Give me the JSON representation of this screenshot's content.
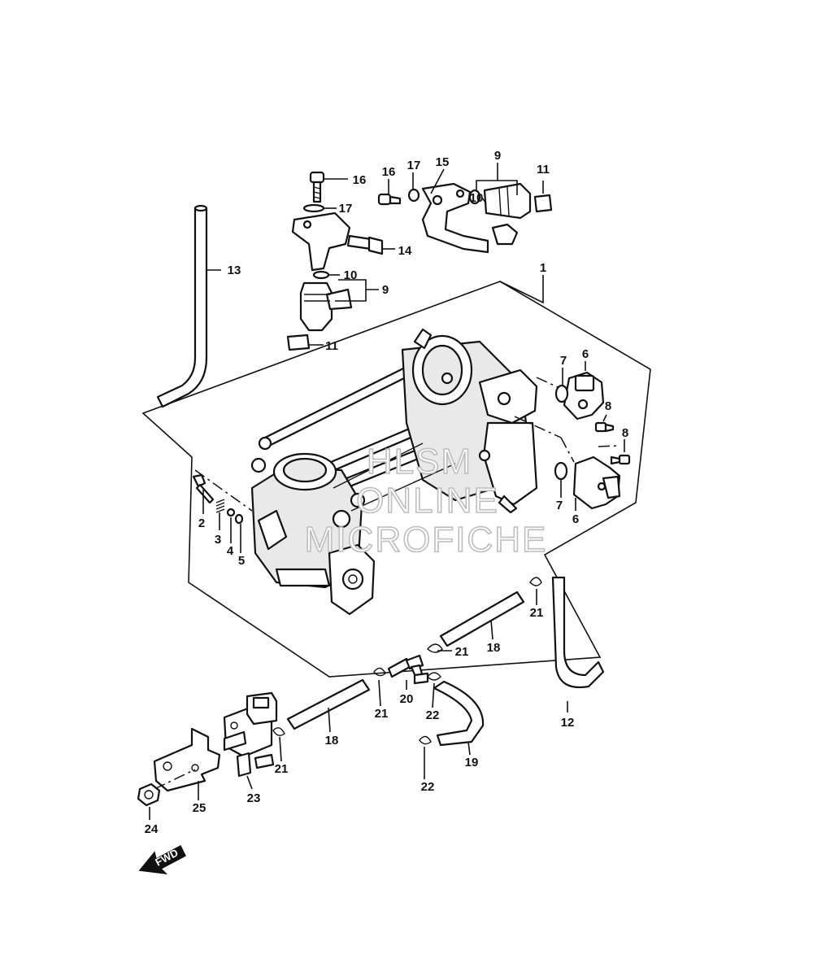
{
  "callouts": {
    "p1": "1",
    "p2": "2",
    "p3": "3",
    "p4": "4",
    "p5": "5",
    "p6a": "6",
    "p6b": "6",
    "p7a": "7",
    "p7b": "7",
    "p8a": "8",
    "p8b": "8",
    "p9a": "9",
    "p9b": "9",
    "p10a": "10",
    "p10b": "10",
    "p11a": "11",
    "p11b": "11",
    "p12": "12",
    "p13": "13",
    "p14": "14",
    "p15": "15",
    "p16a": "16",
    "p16b": "16",
    "p17a": "17",
    "p17b": "17",
    "p18a": "18",
    "p18b": "18",
    "p19": "19",
    "p20": "20",
    "p21a": "21",
    "p21b": "21",
    "p21c": "21",
    "p21d": "21",
    "p22a": "22",
    "p22b": "22",
    "p23": "23",
    "p24": "24",
    "p25": "25"
  },
  "watermark": {
    "line1": "HLSM",
    "line2": "ONLINE",
    "line3": "MICROFICHE"
  },
  "fwd_label": "FWD",
  "colors": {
    "line": "#111111",
    "background": "#ffffff",
    "watermark_outline": "#bdbdbd"
  }
}
